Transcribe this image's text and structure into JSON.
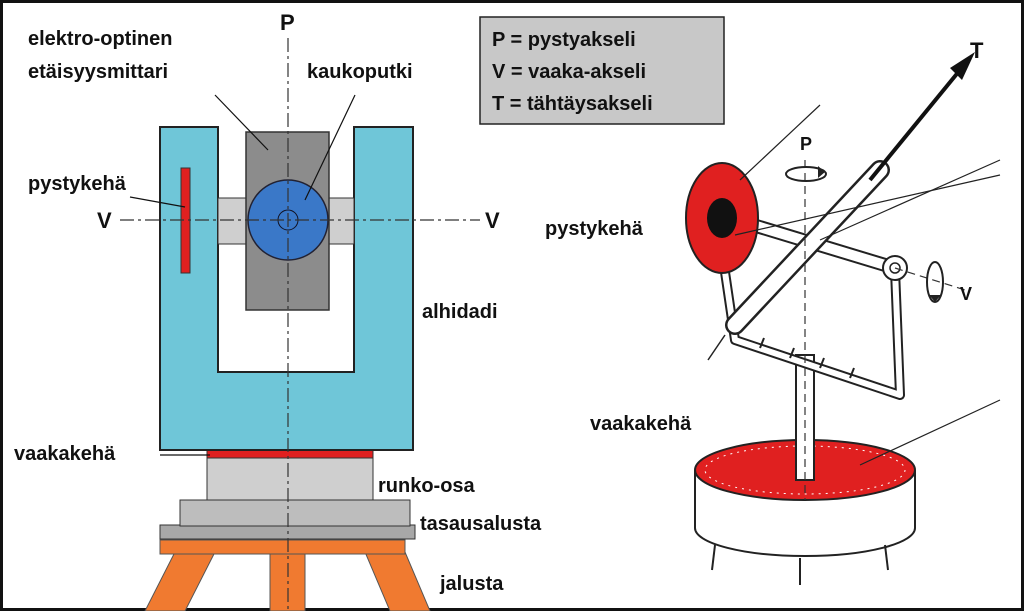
{
  "labels": {
    "edm_line1": "elektro-optinen",
    "edm_line2": "etäisyysmittari",
    "telescope": "kaukoputki",
    "vertical_circle": "pystykehä",
    "alidade": "alhidadi",
    "horizontal_circle": "vaakakehä",
    "body": "runko-osa",
    "tribrach": "tasausalusta",
    "tripod": "jalusta",
    "right_vertical_circle": "pystykehä",
    "right_horizontal_circle": "vaakakehä"
  },
  "axes": {
    "p": "P",
    "v_left": "V",
    "v_right": "V",
    "t": "T",
    "p_right": "P",
    "v_right_fig": "V"
  },
  "legend": {
    "line1": "P = pystyakseli",
    "line2": "V = vaaka-akseli",
    "line3": "T = tähtäysakseli"
  },
  "colors": {
    "alidade": "#6fc6d8",
    "telescope_body": "#8c8c8c",
    "telescope_lens": "#3a78c8",
    "circle_red": "#e02020",
    "legend_bg": "#c8c8c8",
    "tripod": "#f07a30",
    "base_gray": "#cfcfcf"
  }
}
